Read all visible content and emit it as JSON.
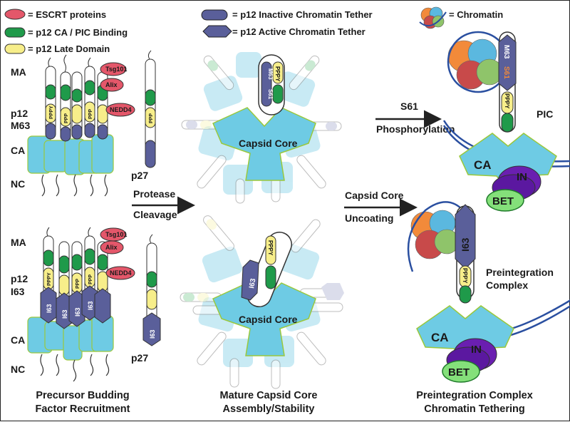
{
  "legend": {
    "escrt": "= ESCRT proteins",
    "ca_pic": "= p12 CA / PIC Binding",
    "late": "= p12 Late Domain",
    "inactive": "= p12 Inactive Chromatin Tether",
    "active": "= p12 Active Chromatin Tether",
    "chromatin": "= Chromatin"
  },
  "left": {
    "top_labels": [
      "MA",
      "p12",
      "M63",
      "CA",
      "NC"
    ],
    "bottom_labels": [
      "MA",
      "p12",
      "I63",
      "CA",
      "NC"
    ],
    "escrt_top": [
      "Tsg101",
      "Alix",
      "NEDD4"
    ],
    "escrt_bottom": [
      "Tsg101",
      "Alix",
      "NEDD4"
    ],
    "p27": "p27",
    "pppy": "PPPY",
    "ppp": "PPP",
    "i63": "I63",
    "caption_line1": "Precursor Budding",
    "caption_line2": "Factor Recruitment"
  },
  "arrows": {
    "protease_line1": "Protease",
    "protease_line2": "Cleavage",
    "s61_line1": "S61",
    "s61_line2": "Phosphorylation",
    "uncoat_line1": "Capsid Core",
    "uncoat_line2": "Uncoating"
  },
  "middle": {
    "capsid_core": "Capsid Core",
    "s61": "S61",
    "m63": "M63",
    "i63": "I63",
    "pppy": "PPPY",
    "caption_line1": "Mature Capsid Core",
    "caption_line2": "Assembly/Stability"
  },
  "right": {
    "pic": "PIC",
    "ca": "CA",
    "in": "IN",
    "bet": "BET",
    "m63": "M63",
    "s61": "S61",
    "i63": "I63",
    "pppy": "PPPY",
    "preint_line1": "Preintegration",
    "preint_line2": "Complex",
    "caption_line1": "Preintegration Complex",
    "caption_line2": "Chromatin Tethering"
  },
  "colors": {
    "escrt": "#e4576a",
    "green": "#1f9a4a",
    "yellow": "#f7ee8a",
    "navy": "#5a5f9a",
    "ca": "#6ecbe4",
    "ca_light": "#bfe7f3",
    "purple": "#6a1fb0",
    "bet": "#84e07a"
  }
}
